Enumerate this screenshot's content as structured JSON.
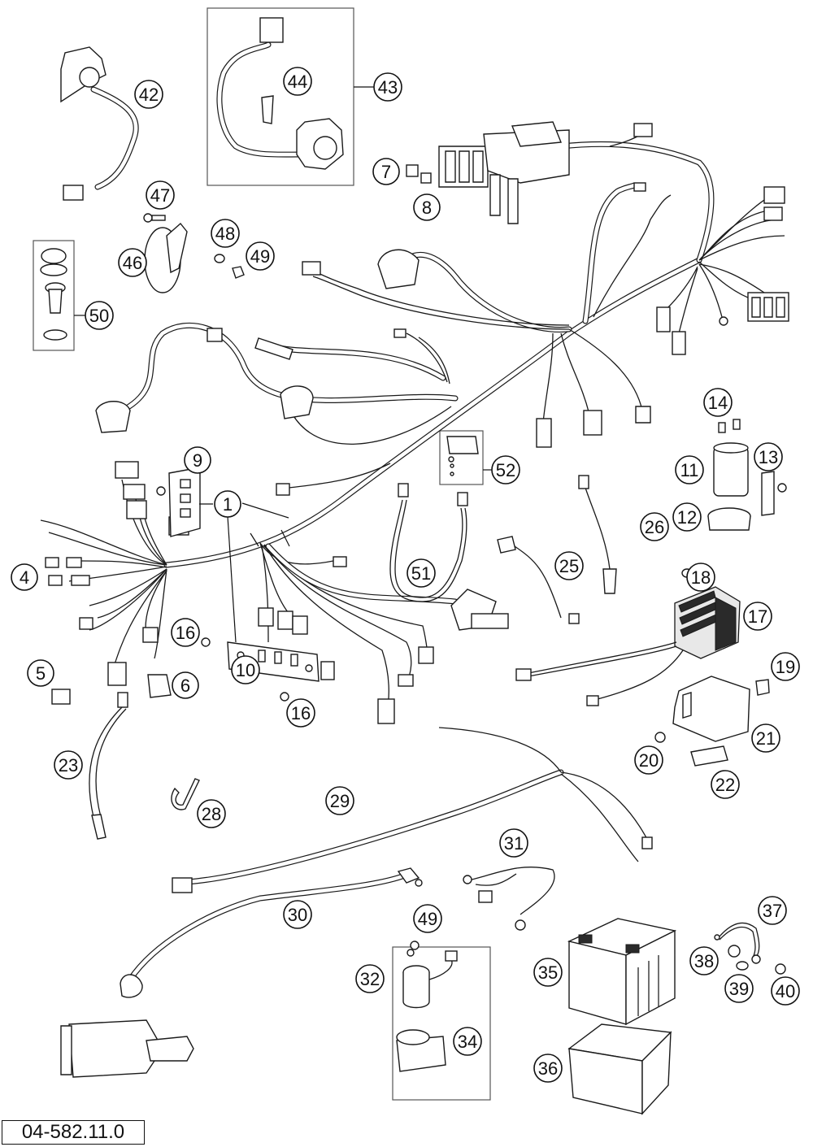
{
  "drawing_number": "04-582.11.0",
  "callouts": [
    {
      "label": "1",
      "name": "callout-1"
    },
    {
      "label": "4",
      "name": "callout-4"
    },
    {
      "label": "5",
      "name": "callout-5"
    },
    {
      "label": "6",
      "name": "callout-6"
    },
    {
      "label": "7",
      "name": "callout-7"
    },
    {
      "label": "8",
      "name": "callout-8"
    },
    {
      "label": "9",
      "name": "callout-9"
    },
    {
      "label": "10",
      "name": "callout-10"
    },
    {
      "label": "11",
      "name": "callout-11"
    },
    {
      "label": "12",
      "name": "callout-12"
    },
    {
      "label": "13",
      "name": "callout-13"
    },
    {
      "label": "14",
      "name": "callout-14"
    },
    {
      "label": "16",
      "name": "callout-16-a"
    },
    {
      "label": "16",
      "name": "callout-16-b"
    },
    {
      "label": "17",
      "name": "callout-17"
    },
    {
      "label": "18",
      "name": "callout-18"
    },
    {
      "label": "19",
      "name": "callout-19"
    },
    {
      "label": "20",
      "name": "callout-20"
    },
    {
      "label": "21",
      "name": "callout-21"
    },
    {
      "label": "22",
      "name": "callout-22"
    },
    {
      "label": "23",
      "name": "callout-23"
    },
    {
      "label": "25",
      "name": "callout-25"
    },
    {
      "label": "26",
      "name": "callout-26"
    },
    {
      "label": "28",
      "name": "callout-28"
    },
    {
      "label": "29",
      "name": "callout-29"
    },
    {
      "label": "30",
      "name": "callout-30"
    },
    {
      "label": "31",
      "name": "callout-31"
    },
    {
      "label": "32",
      "name": "callout-32"
    },
    {
      "label": "34",
      "name": "callout-34"
    },
    {
      "label": "35",
      "name": "callout-35"
    },
    {
      "label": "36",
      "name": "callout-36"
    },
    {
      "label": "37",
      "name": "callout-37"
    },
    {
      "label": "38",
      "name": "callout-38"
    },
    {
      "label": "39",
      "name": "callout-39"
    },
    {
      "label": "40",
      "name": "callout-40"
    },
    {
      "label": "42",
      "name": "callout-42"
    },
    {
      "label": "43",
      "name": "callout-43"
    },
    {
      "label": "44",
      "name": "callout-44"
    },
    {
      "label": "46",
      "name": "callout-46"
    },
    {
      "label": "47",
      "name": "callout-47"
    },
    {
      "label": "48",
      "name": "callout-48"
    },
    {
      "label": "49",
      "name": "callout-49-a"
    },
    {
      "label": "49",
      "name": "callout-49-b"
    },
    {
      "label": "50",
      "name": "callout-50"
    },
    {
      "label": "51",
      "name": "callout-51"
    },
    {
      "label": "52",
      "name": "callout-52"
    }
  ]
}
